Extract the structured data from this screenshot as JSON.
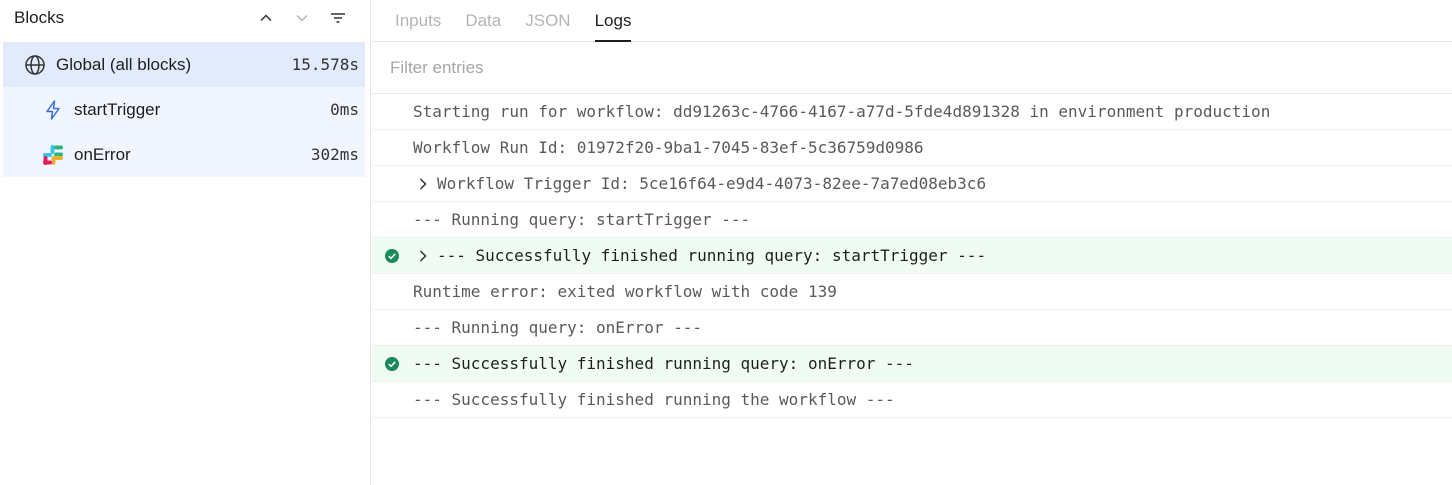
{
  "sidebar": {
    "title": "Blocks",
    "blocks": [
      {
        "label": "Global (all blocks)",
        "time": "15.578s",
        "icon": "globe-icon"
      },
      {
        "label": "startTrigger",
        "time": "0ms",
        "icon": "lightning-icon"
      },
      {
        "label": "onError",
        "time": "302ms",
        "icon": "slack-icon"
      }
    ]
  },
  "tabs": [
    {
      "label": "Inputs"
    },
    {
      "label": "Data"
    },
    {
      "label": "JSON"
    },
    {
      "label": "Logs"
    }
  ],
  "filter": {
    "placeholder": "Filter entries"
  },
  "logs": [
    {
      "text": "Starting run for workflow: dd91263c-4766-4167-a77d-5fde4d891328 in environment production"
    },
    {
      "text": "Workflow Run Id: 01972f20-9ba1-7045-83ef-5c36759d0986"
    },
    {
      "text": "Workflow Trigger Id: 5ce16f64-e9d4-4073-82ee-7a7ed08eb3c6"
    },
    {
      "text": "--- Running query: startTrigger ---"
    },
    {
      "text": "--- Successfully finished running query: startTrigger ---"
    },
    {
      "text": "Runtime error: exited workflow with code 139"
    },
    {
      "text": "--- Running query: onError ---"
    },
    {
      "text": "--- Successfully finished running query: onError ---"
    },
    {
      "text": "--- Successfully finished running the workflow ---"
    }
  ],
  "colors": {
    "success": "#1a8a5a",
    "selected": "#e2ebfb",
    "accent": "#3b6fe0"
  }
}
